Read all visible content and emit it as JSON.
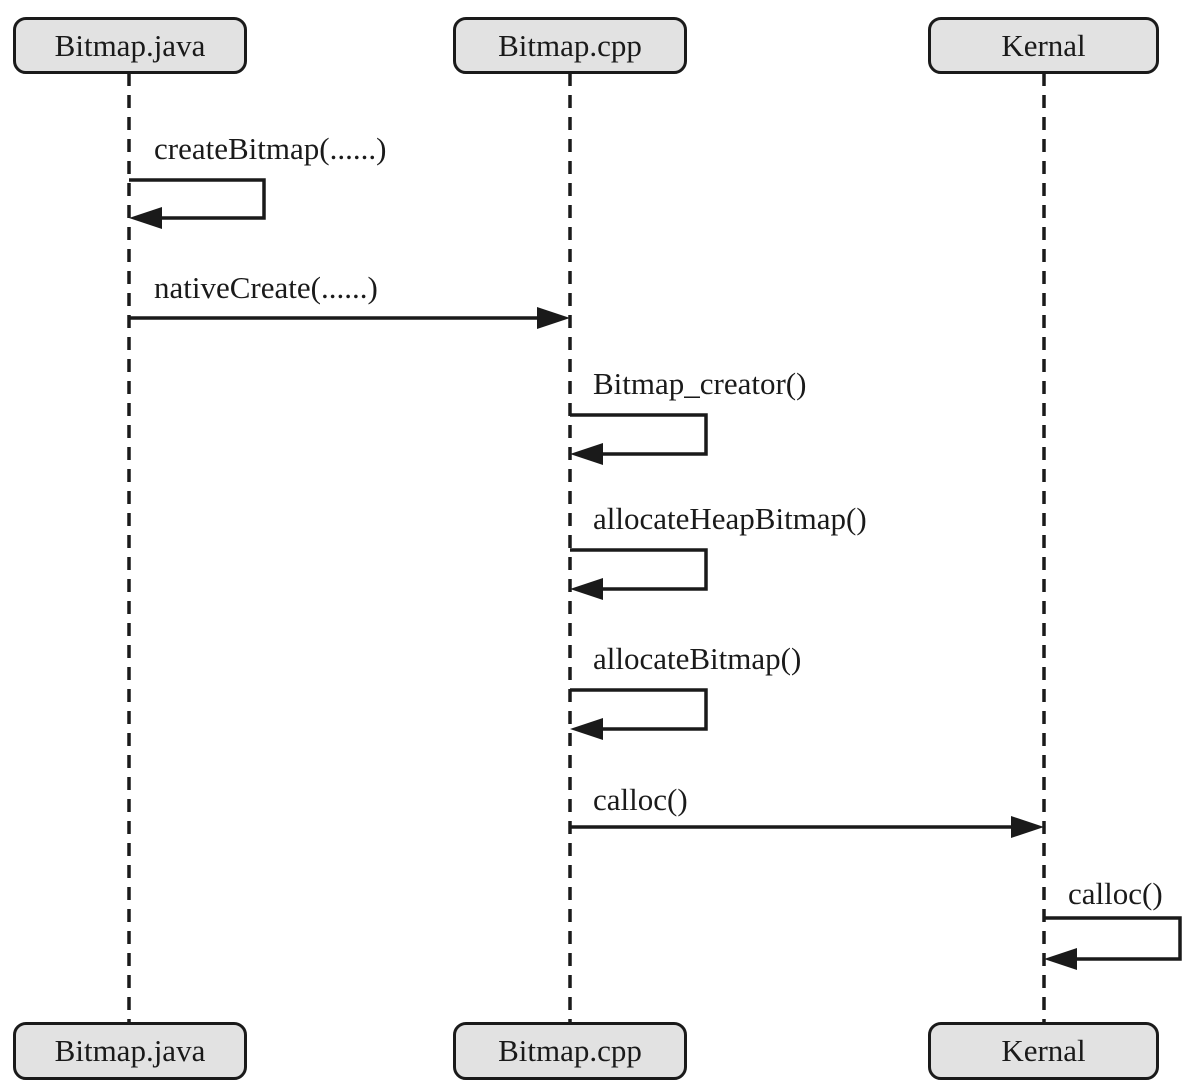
{
  "diagram": {
    "type": "sequence-diagram",
    "actors": [
      {
        "id": "bitmap-java",
        "label": "Bitmap.java"
      },
      {
        "id": "bitmap-cpp",
        "label": "Bitmap.cpp"
      },
      {
        "id": "kernal",
        "label": "Kernal"
      }
    ],
    "messages": [
      {
        "label": "createBitmap(......)",
        "from": "bitmap-java",
        "to": "bitmap-java",
        "type": "self"
      },
      {
        "label": "nativeCreate(......)",
        "from": "bitmap-java",
        "to": "bitmap-cpp",
        "type": "call"
      },
      {
        "label": "Bitmap_creator()",
        "from": "bitmap-cpp",
        "to": "bitmap-cpp",
        "type": "self"
      },
      {
        "label": "allocateHeapBitmap()",
        "from": "bitmap-cpp",
        "to": "bitmap-cpp",
        "type": "self"
      },
      {
        "label": "allocateBitmap()",
        "from": "bitmap-cpp",
        "to": "bitmap-cpp",
        "type": "self"
      },
      {
        "label": "calloc()",
        "from": "bitmap-cpp",
        "to": "kernal",
        "type": "call"
      },
      {
        "label": "calloc()",
        "from": "kernal",
        "to": "kernal",
        "type": "self"
      }
    ],
    "colors": {
      "box_fill": "#e2e2e2",
      "box_border": "#1a1a1a",
      "line": "#1a1a1a",
      "background": "#ffffff"
    }
  }
}
